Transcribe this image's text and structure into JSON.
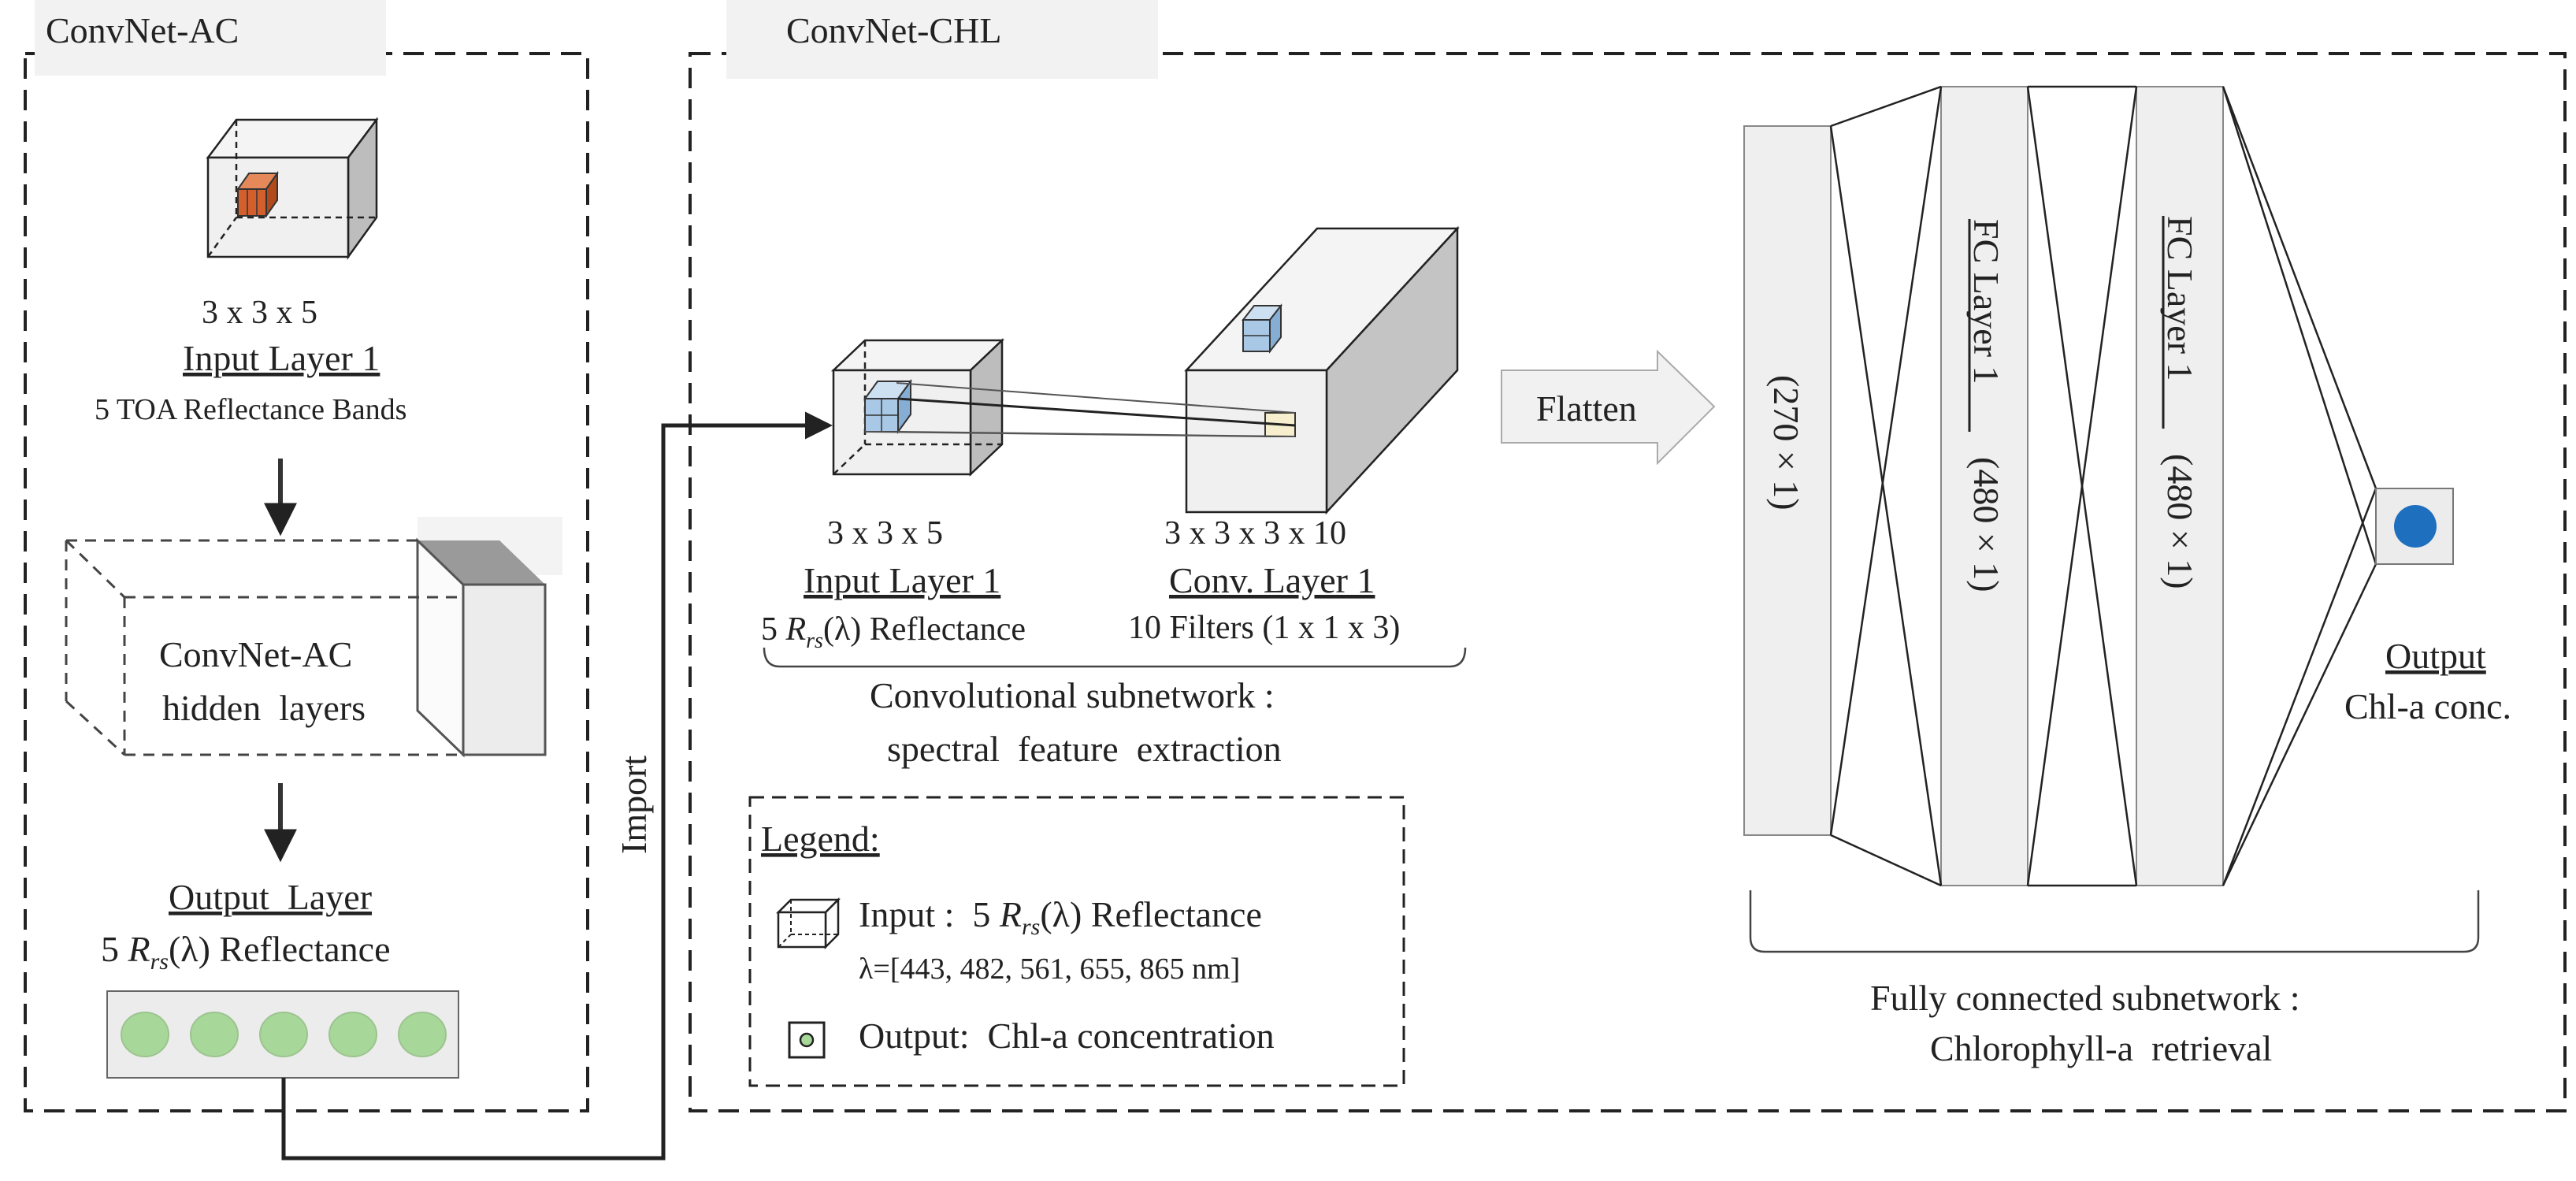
{
  "panels": {
    "left_title": "ConvNet-AC",
    "right_title": "ConvNet-CHL"
  },
  "left": {
    "input_dims": "3 x 3 x 5",
    "input_name": "Input Layer 1",
    "input_desc": "5 TOA Reflectance Bands",
    "hidden_line1": "ConvNet-AC",
    "hidden_line2": "hidden  layers",
    "output_name": "Output  Layer",
    "output_desc_prefix": "5 ",
    "output_desc_sym": "R",
    "output_desc_sub": "rs",
    "output_desc_lambda": "(λ)",
    "output_desc_suffix": " Reflectance",
    "output_node_count": 5
  },
  "connector": {
    "import_label": "Import"
  },
  "conv": {
    "input_dims": "3 x 3 x 5",
    "input_name": "Input Layer 1",
    "input_desc_prefix": "5 ",
    "input_desc_sym": "R",
    "input_desc_sub": "rs",
    "input_desc_lambda": "(λ)",
    "input_desc_suffix": " Reflectance",
    "conv_dims": "3 x 3 x 3 x 10",
    "conv_name": "Conv. Layer 1",
    "conv_desc": "10 Filters (1 x 1 x 3)",
    "subnet_line1": "Convolutional subnetwork :",
    "subnet_line2": "spectral  feature  extraction"
  },
  "flatten_label": "Flatten",
  "legend": {
    "title": "Legend:",
    "input_prefix": "Input :  5 ",
    "input_sym": "R",
    "input_sub": "rs",
    "input_lambda": "(λ)",
    "input_suffix": " Reflectance",
    "wavelengths": "λ=[443, 482, 561, 655, 865 nm]",
    "output_text": "Output:  Chl-a concentration"
  },
  "fc": {
    "layer0_dims": "(270 × 1)",
    "layer1_name": "FC Layer 1",
    "layer1_dims": "(480 × 1)",
    "layer2_name": "FC Layer 1",
    "layer2_dims": "(480 × 1)",
    "output_name": "Output",
    "output_desc": "Chl-a conc.",
    "subnet_line1": "Fully connected subnetwork :",
    "subnet_line2": "Chlorophyll-a  retrieval"
  },
  "colors": {
    "orange_cube": "#d35f2c",
    "blue_cube": "#a9c8e6",
    "yellow_cell": "#f7eecd",
    "green_node": "#a8d79a",
    "output_dot": "#1f6fbf",
    "layer_fill": "#efefef",
    "box_fill": "#ececec"
  }
}
